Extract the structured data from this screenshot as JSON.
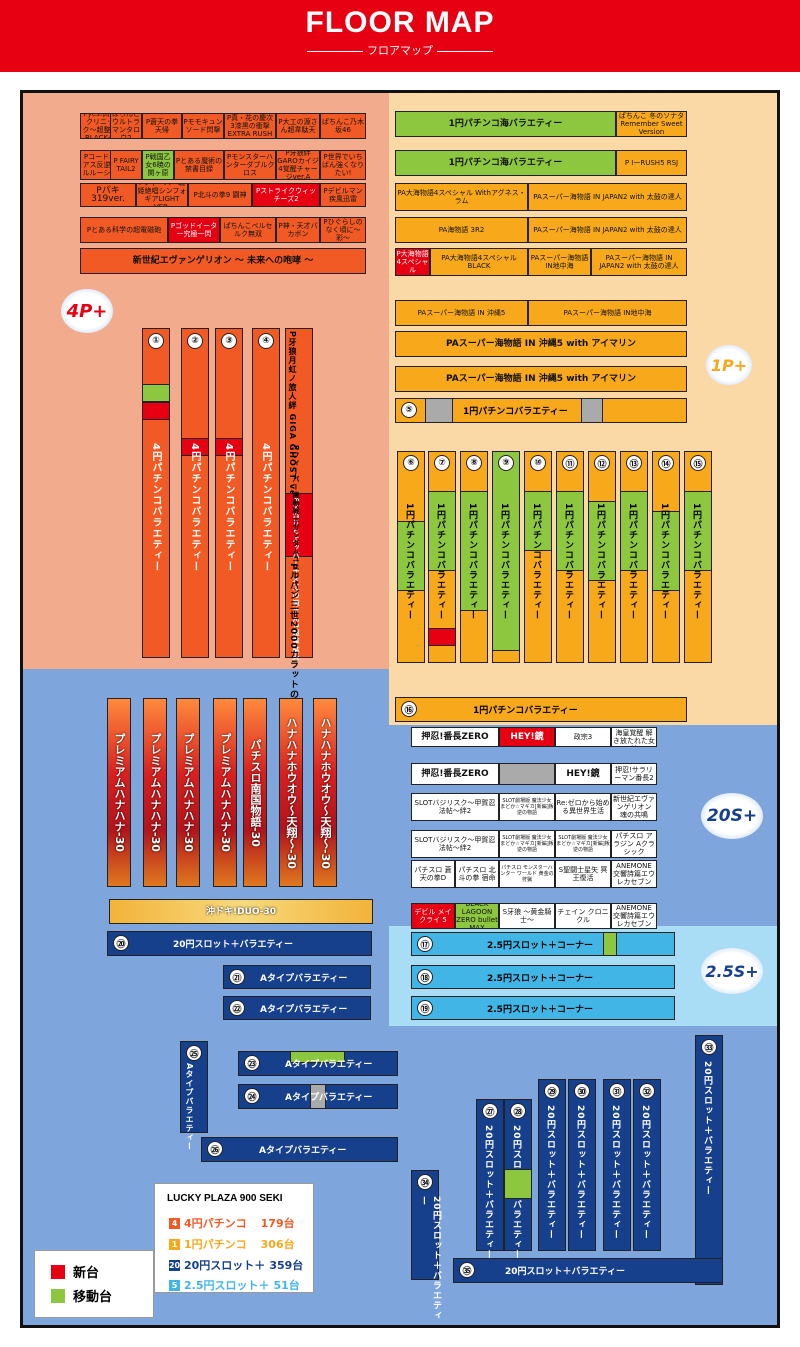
{
  "header": {
    "title": "FLOOR MAP",
    "subtitle": "フロアマップ"
  },
  "colors": {
    "accent_red": "#e60012",
    "pachinko4_orange": "#f15a24",
    "pachinko1_yellow": "#f7a81b",
    "slot20_navy": "#163f8c",
    "slot25_lightblue": "#41b6e6",
    "moved_green": "#8dc63f"
  },
  "badges": {
    "four": "4P+",
    "one": "1P+",
    "twenty": "20S+",
    "twentyfive": "2.5S+"
  },
  "four_yen": {
    "row1": [
      "Pyes!高須クリニック〜超整形BLACK〜",
      "ぱちんこウルトラマンタロウ2",
      "P蒼天の拳天帰",
      "Pモモキュンソード閃撃",
      "P真・花の慶次3漆黒の衝撃EXTRA RUSH",
      "P大工の源さん超韋駄天",
      "ぱちんこ乃木坂46"
    ],
    "row2": [
      "Pコードギアス反逆のルルーシュ",
      "P FAIRY TAIL2",
      "P戦国乙女6暁の関ヶ原",
      "Pとある魔術の禁書目録",
      "Pモンスターハンターダブルクロス",
      "P牙狼絆GAROカイジ4覚醒チャージver.A",
      "P世界でいちばん強くなりたい!"
    ],
    "row3": [
      "Pパキ319ver.",
      "Pフィーバー戦姫絶唱シンフォギアLIGHT VER.",
      "P北斗の拳9 闘神",
      "Pストライクウィッチーズ2",
      "Pデビルマン疾風迅雷"
    ],
    "row4": [
      "Pとある科学の超電磁砲",
      "Pゴッドイーター究極一閃",
      "ぱちんこベルセルク無双",
      "P神・天才バカボン",
      "Pひぐらしのなく頃に〜彩〜"
    ],
    "eva": "新世紀エヴァンゲリオン 〜 未来への咆哮 〜",
    "islands": {
      "n1": "①",
      "n2": "②",
      "n3": "③",
      "n4": "④",
      "variety": "4円パチンコバラエティー"
    },
    "hideyoshi": "P牙狼月虹ノ旅人絆 GIGA GHOST ver.",
    "gundam": "Pフィーバー機動戦士ガンダムユニコーン",
    "kaiji": "P大当りヒエッパーチ大工の源さん2超韋駄天",
    "lupin": "Pルパン三世2000カラットの涙"
  },
  "one_yen": {
    "row_a": "1円パチンコ海バラエティー",
    "remember": "ぱちんこ 冬のソナタ Remember Sweet Version",
    "row_b": "1円パチンコ海バラエティー",
    "rush": "P ⅠーRUSH5 RSJ",
    "row_c1": "PA大海物語4スペシャル Withアグネス・ラム",
    "row_c2": "PAスーパー海物語 IN JAPAN2 with 太鼓の達人",
    "row_d1": "PA海物語 3R2",
    "row_d2": "PAスーパー海物語 IN JAPAN2 with 太鼓の達人",
    "row_e1": "P大海物語4スペシャル",
    "row_e2": "PA大海物語4スペシャルBLACK",
    "row_e3": "PAスーパー海物語IN地中海",
    "row_e4": "PAスーパー海物語 IN JAPAN2 with 太鼓の達人",
    "row_f1": "PAスーパー海物語 IN 沖縄5",
    "row_f2": "PAスーパー海物語 IN地中海",
    "row_g": "PAスーパー海物語 IN 沖縄5 with アイマリン",
    "row_h": "PAスーパー海物語 IN 沖縄5 with アイマリン",
    "n5": "⑤",
    "row5": "1円パチンコバラエティー",
    "n16": "⑯",
    "row16": "1円パチンコバラエティー",
    "island_label": "1円パチンコバラエティー",
    "nums": [
      "⑥",
      "⑦",
      "⑧",
      "⑨",
      "⑩",
      "⑪",
      "⑫",
      "⑬",
      "⑭",
      "⑮"
    ]
  },
  "slots": {
    "prem": [
      "プレミアムハナハナ-30",
      "プレミアムハナハナ-30",
      "プレミアムハナハナ-30",
      "プレミアムハナハナ-30",
      "パチスロ南国物語-30",
      "ハナハナホウオウ〜天翔〜-30",
      "ハナハナホウオウ〜天翔〜-30"
    ],
    "okidoki": "沖ドキ!DUO-30",
    "r1": [
      "押忍!番長ZERO",
      "HEY!鏡",
      "政宗3",
      "聖闘士星矢 海皇覚醒 解き放たれた女神"
    ],
    "r2": [
      "押忍!番長ZERO",
      "HEY!鏡",
      "押忍!サラリーマン番長2"
    ],
    "r3": [
      "SLOTバジリスク〜甲賀忍法帖〜絆2",
      "SLOT劇場版 魔法少女まどか☆マギカ[新編]叛逆の物語",
      "Re:ゼロから始める異世界生活",
      "新世紀エヴァンゲリオン 魂の共鳴"
    ],
    "r4": [
      "SLOTバジリスク〜甲賀忍法帖〜絆2",
      "SLOT劇場版 魔法少女まどか☆マギカ[新編]叛逆の物語",
      "SLOT劇場版 魔法少女まどか☆マギカ[新編]叛逆の物語",
      "パチスロ アラジン Aクラシック"
    ],
    "r5": [
      "パチスロ 蒼天の拳D",
      "パチスロ 北斗の拳 宿命",
      "パチスロ モンスターハンター ワールド 黄金の狩猟",
      "S聖闘士星矢 冥王復活",
      "ANEMONE 交響詩篇エウレカセブン"
    ],
    "r6": [
      "デビル メイ クライ 5",
      "BLACK LAGOON ZERO bullet MAX",
      "S牙狼 〜黄金騎士〜",
      "チェイン クロニクル",
      "ANEMONE 交響詩篇エウレカセブン"
    ],
    "n20": "⑳",
    "row20": "20円スロット＋バラエティー",
    "n17": "⑰",
    "row17": "2.5円スロット＋コーナー",
    "n18": "⑱",
    "row18": "2.5円スロット＋コーナー",
    "n19": "⑲",
    "row19": "2.5円スロット＋コーナー",
    "n21": "㉑",
    "row21": "Aタイプバラエティー",
    "n22": "㉒",
    "row22": "Aタイプバラエティー",
    "n23": "㉓",
    "row23": "Aタイプバラエティー",
    "n24": "㉔",
    "row24": "Aタイプバラエティー",
    "n25": "㉕",
    "row25": "Aタイプバラエティー",
    "n26": "㉖",
    "row26": "Aタイプバラエティー",
    "n27": "㉗",
    "n28": "㉘",
    "n29": "㉙",
    "n30": "㉚",
    "n31": "㉛",
    "n32": "㉜",
    "n33": "㉝",
    "n34": "㉞",
    "v20": "20円スロット＋バラエティー",
    "n35": "㉟",
    "row35": "20円スロット＋バラエティー"
  },
  "summary": {
    "title": "LUCKY PLAZA 900 SEKI",
    "rows": [
      {
        "icon": "4",
        "label": "4円パチンコ",
        "count": "179台",
        "color": "#f15a24"
      },
      {
        "icon": "1",
        "label": "1円パチンコ",
        "count": "306台",
        "color": "#f7a81b"
      },
      {
        "icon": "20",
        "label": "20円スロット＋",
        "count": "359台",
        "color": "#163f8c"
      },
      {
        "icon": "5",
        "label": "2.5円スロット＋",
        "count": "51台",
        "color": "#41b6e6"
      }
    ]
  },
  "legend": {
    "new": "新台",
    "moved": "移動台"
  }
}
